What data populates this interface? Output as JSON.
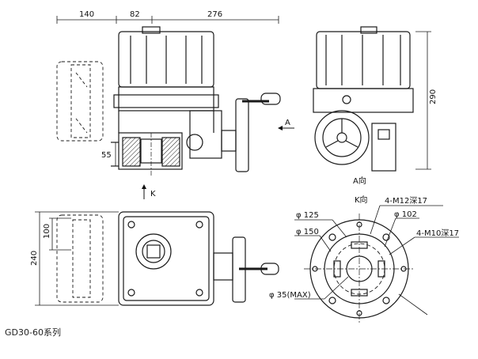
{
  "dimensions": {
    "top_140": "140",
    "top_82": "82",
    "top_276": "276",
    "left_55": "55",
    "right_290": "290",
    "left_240": "240",
    "left_100": "100"
  },
  "labels": {
    "view_arrow_a": "A",
    "view_a_title": "A向",
    "view_k_title": "K向",
    "arrow_k": "K",
    "hole_m12": "4-M12深17",
    "hole_m10": "4-M10深17",
    "dia_125": "φ 125",
    "dia_102": "φ 102",
    "dia_150": "φ 150",
    "dia_35": "φ 35(MAX)"
  },
  "caption": "GD30-60系列",
  "colors": {
    "line": "#1a1a1a",
    "dashed": "#333333",
    "hatch": "#2a2a2a"
  }
}
